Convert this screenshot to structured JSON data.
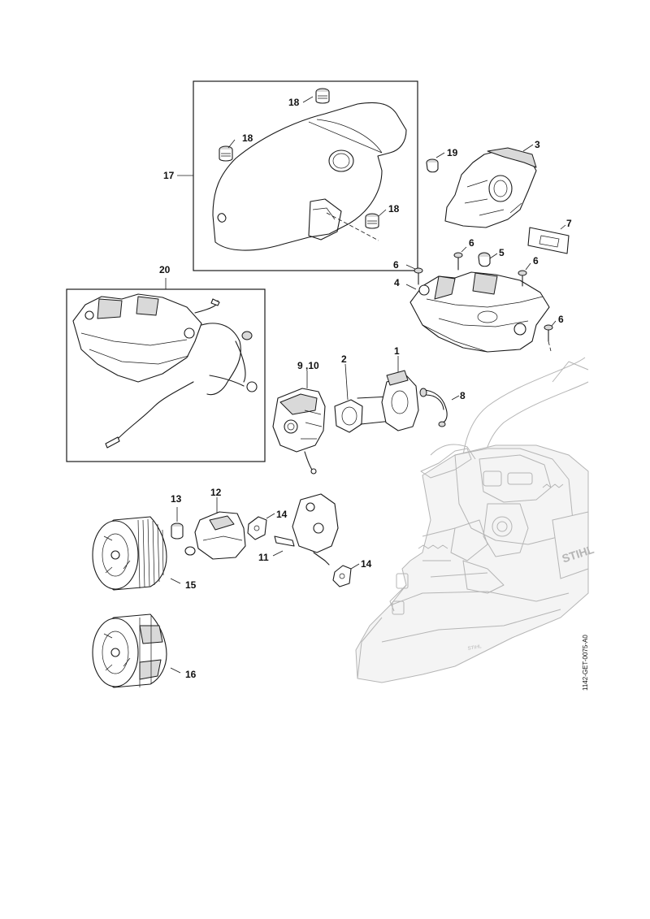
{
  "labels": {
    "p1": "1",
    "p2": "2",
    "p3": "3",
    "p4": "4",
    "p5": "5",
    "p6a": "6",
    "p6b": "6",
    "p6c": "6",
    "p6d": "6",
    "p7": "7",
    "p8": "8",
    "p9_10": "9 ,10",
    "p11": "11",
    "p12": "12",
    "p13": "13",
    "p14a": "14",
    "p14b": "14",
    "p15": "15",
    "p16": "16",
    "p17": "17",
    "p18a": "18",
    "p18b": "18",
    "p18c": "18",
    "p19": "19",
    "p20": "20"
  },
  "drawing_code": "1142-GET-0075-A0",
  "brand_marks": {
    "housing": "STIHL",
    "handle": "STIHL"
  }
}
